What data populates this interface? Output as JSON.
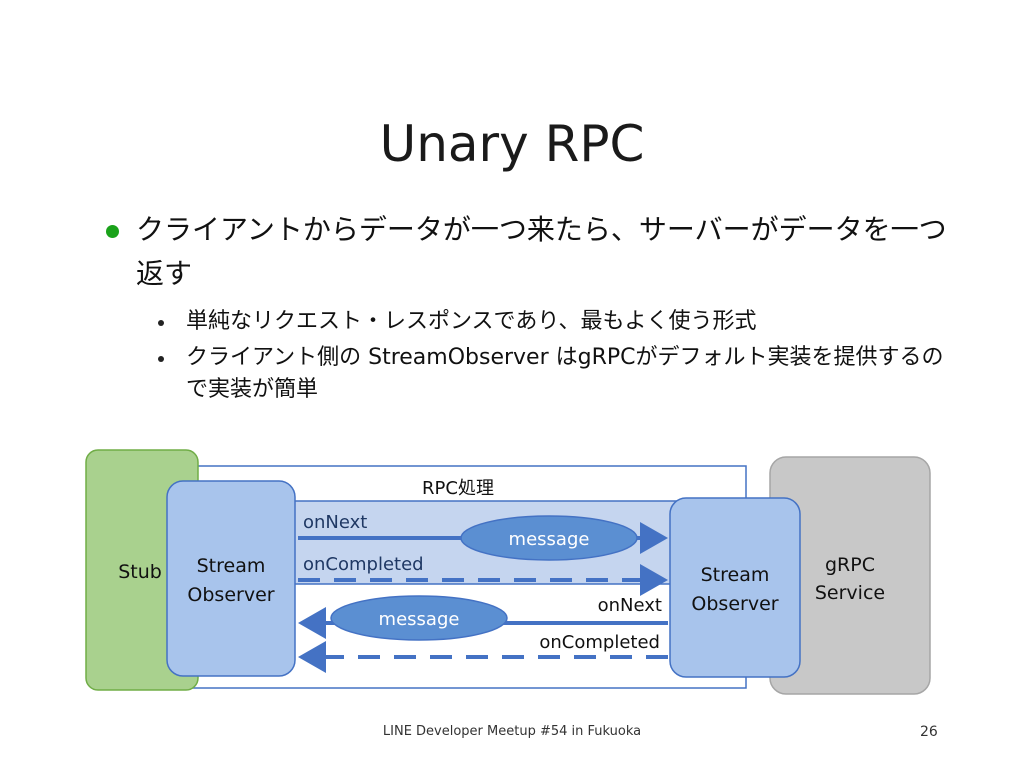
{
  "title": "Unary RPC",
  "bullet_main": "クライアントからデータが一つ来たら、サーバーがデータを一つ返す",
  "sub_bullets": [
    "単純なリクエスト・レスポンスであり、最もよく使う形式",
    "クライアント側の StreamObserver はgRPCがデフォルト実装を提供するので実装が簡単"
  ],
  "diagram": {
    "stub": "Stub",
    "client_observer": [
      "Stream",
      "Observer"
    ],
    "server_observer": [
      "Stream",
      "Observer"
    ],
    "service": [
      "gRPC",
      "Service"
    ],
    "rpc_label": "RPC処理",
    "request_onnext": "onNext",
    "request_oncompleted": "onCompleted",
    "request_message": "message",
    "response_onnext": "onNext",
    "response_oncompleted": "onCompleted",
    "response_message": "message"
  },
  "footer": "LINE Developer Meetup #54 in Fukuoka",
  "page_number": "26",
  "colors": {
    "bullet": "#1aa21a",
    "stub_fill": "#a9d18e",
    "observer_fill": "#a8c4ec",
    "arrow": "#4472c4",
    "message_fill": "#5b8fd2",
    "service_fill": "#c8c8c8"
  }
}
